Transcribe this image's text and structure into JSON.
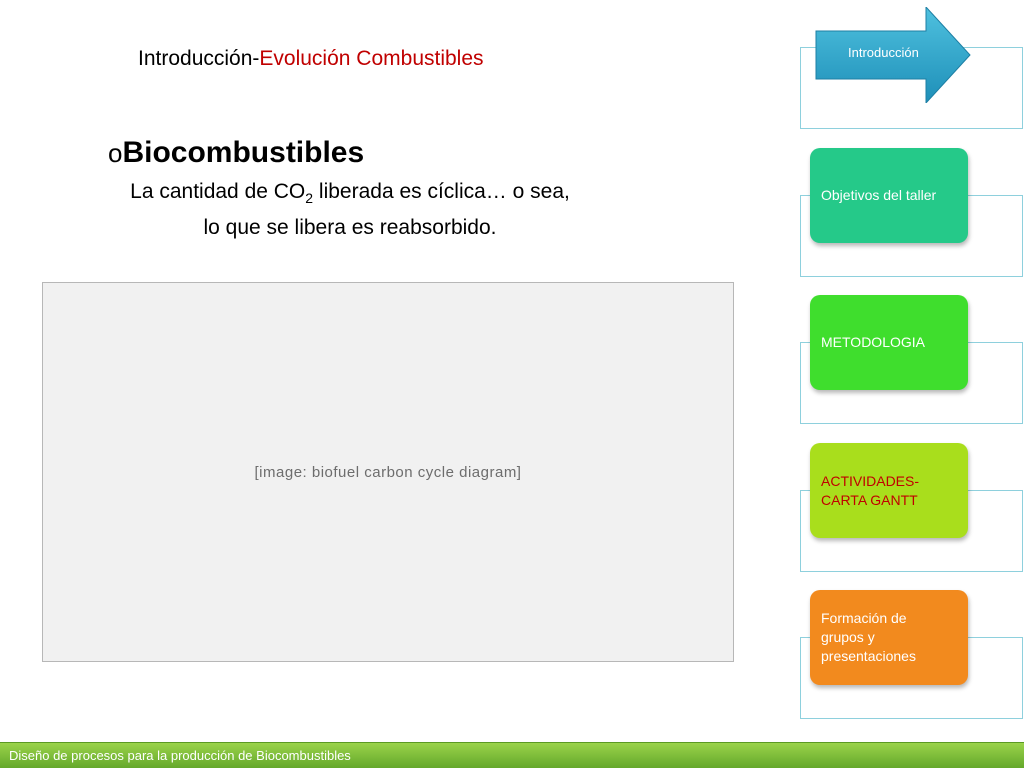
{
  "slide": {
    "title_prefix": "Introducción-",
    "title_accent": "Evolución Combustibles",
    "bullet_marker": "o",
    "bullet_heading": "Biocombustibles",
    "body_part1": "La cantidad de CO",
    "body_sub": "2",
    "body_part2": " liberada es cíclica… o sea,",
    "body_line2": "lo que se libera es reabsorbido."
  },
  "image": {
    "placeholder_label": "[image: biofuel carbon cycle diagram]"
  },
  "nav": {
    "items": [
      {
        "label": "Introducción",
        "color": "#2aa3c6"
      },
      {
        "label": "Objetivos del taller",
        "color": "#25c989"
      },
      {
        "label": "METODOLOGIA",
        "color": "#3fde2d"
      },
      {
        "label_line1": "ACTIVIDADES-",
        "label_line2": "CARTA GANTT",
        "color": "#a9de1c",
        "text_color": "#c00000"
      },
      {
        "label_line1": "Formación de",
        "label_line2": "grupos y",
        "label_line3": "presentaciones",
        "color": "#f28a1e"
      }
    ]
  },
  "footer": {
    "text": "Diseño de procesos para la producción de Biocombustibles"
  }
}
